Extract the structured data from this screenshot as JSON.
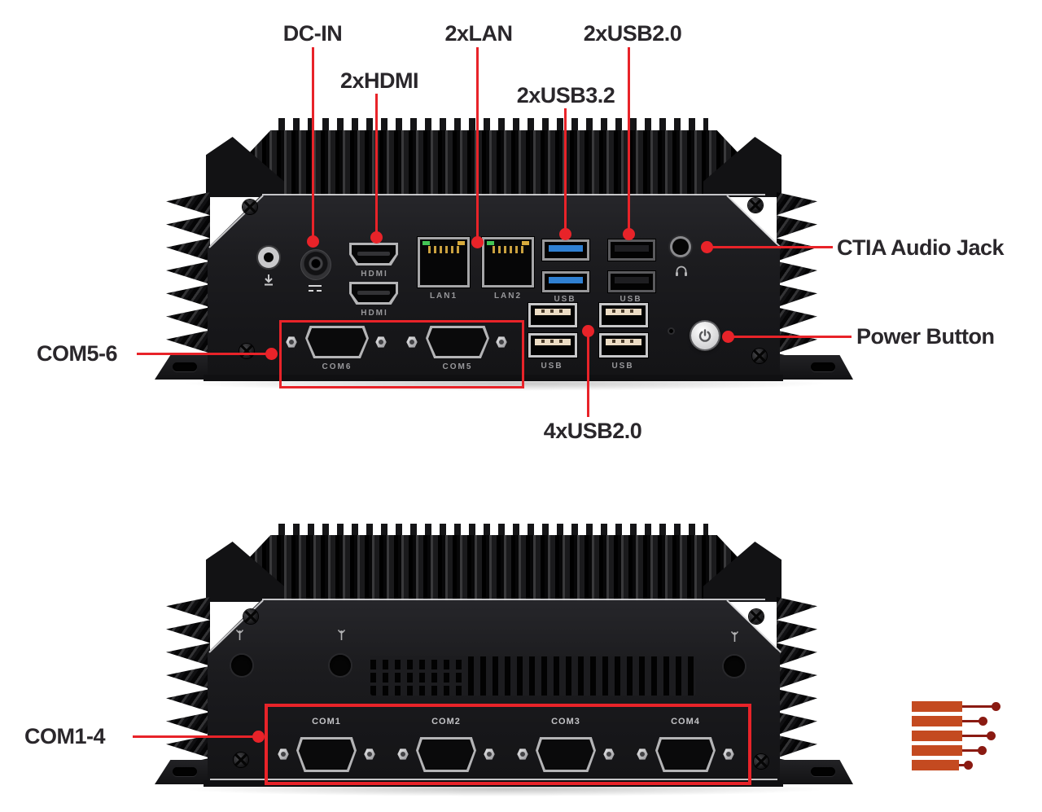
{
  "colors": {
    "annotation_red": "#e82329",
    "label_text": "#2a272b",
    "chassis_black": "#1b1b1e",
    "metal_silver": "#b4b4b6",
    "usb3_blue": "#2f80d2",
    "usb_tongue_cream": "#ecdcc4",
    "led_green": "#43c554",
    "led_amber": "#d7aa3c",
    "logo_orange": "#c44a20",
    "logo_dark": "#8a1a12"
  },
  "icons": [
    "ground-icon",
    "dc-symbol-icon",
    "headphone-icon",
    "power-icon",
    "antenna-icon"
  ],
  "front_view": {
    "callouts": {
      "dc_in": "DC-IN",
      "hdmi": "2xHDMI",
      "lan": "2xLAN",
      "usb2_top": "2xUSB2.0",
      "usb3": "2xUSB3.2",
      "audio": "CTIA Audio Jack",
      "power": "Power Button",
      "com56": "COM5-6",
      "usb2_quad": "4xUSB2.0"
    },
    "ports": {
      "hdmi1": "HDMI",
      "hdmi2": "HDMI",
      "lan1": "LAN1",
      "lan2": "LAN2",
      "usb3_pair": "USB",
      "usb2_pair": "USB",
      "usb_quad_left": "USB",
      "usb_quad_right": "USB",
      "com6": "COM6",
      "com5": "COM5"
    }
  },
  "rear_view": {
    "callouts": {
      "com14": "COM1-4"
    },
    "ports": {
      "com1": "COM1",
      "com2": "COM2",
      "com3": "COM3",
      "com4": "COM4"
    }
  }
}
